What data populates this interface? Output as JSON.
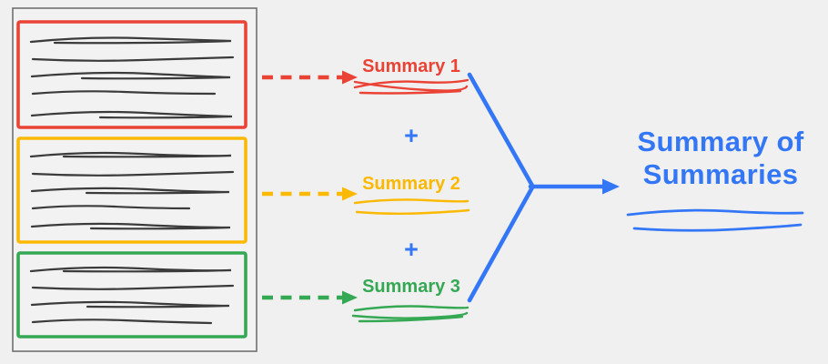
{
  "diagram": {
    "summaries": [
      {
        "label": "Summary 1",
        "color_name": "red"
      },
      {
        "label": "Summary 2",
        "color_name": "orange"
      },
      {
        "label": "Summary 3",
        "color_name": "green"
      }
    ],
    "plus_top": "+",
    "plus_bottom": "+",
    "result": {
      "line1": "Summary of",
      "line2": "Summaries"
    }
  },
  "colors": {
    "red": "#EA4335",
    "orange": "#FBB903",
    "green": "#34A853",
    "blue": "#3477F6",
    "ink": "#2b2b2b",
    "background": "#F0F0F0",
    "document_border": "#707070"
  }
}
